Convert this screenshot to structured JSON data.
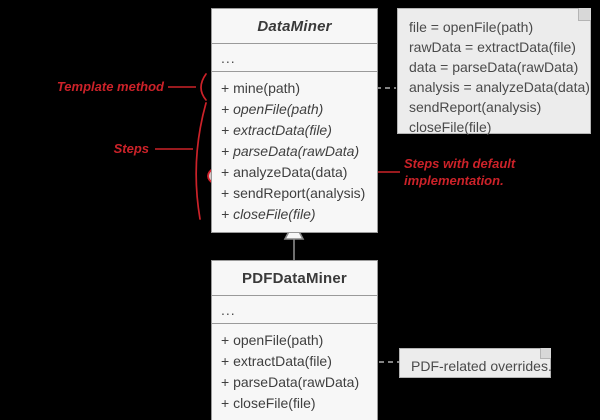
{
  "diagram": {
    "title": "Template Method UML class diagram",
    "colors": {
      "background": "#000000",
      "class_fill": "#f7f7f7",
      "class_stroke": "#9a9a9a",
      "note_fill": "#ececec",
      "note_stroke": "#b4b4b4",
      "annotation_red": "#cc2229",
      "highlight_fill": "#fbe9e9",
      "highlight_stroke": "#d6202a",
      "text": "#3f3f3f"
    }
  },
  "classes": [
    {
      "id": "dataminer",
      "name": "DataMiner",
      "abstract": true,
      "attributes": "...",
      "operations": [
        {
          "text": "+ mine(path)",
          "abstract": false
        },
        {
          "text": "+ openFile(path)",
          "abstract": true
        },
        {
          "text": "+ extractData(file)",
          "abstract": true
        },
        {
          "text": "+ parseData(rawData)",
          "abstract": true
        },
        {
          "text": "+ analyzeData(data)",
          "abstract": false
        },
        {
          "text": "+ sendReport(analysis)",
          "abstract": false
        },
        {
          "text": "+ closeFile(file)",
          "abstract": true
        }
      ]
    },
    {
      "id": "pdfdataminer",
      "name": "PDFDataMiner",
      "abstract": false,
      "attributes": "...",
      "operations": [
        {
          "text": "+ openFile(path)",
          "abstract": false
        },
        {
          "text": "+ extractData(file)",
          "abstract": false
        },
        {
          "text": "+ parseData(rawData)",
          "abstract": false
        },
        {
          "text": "+ closeFile(file)",
          "abstract": false
        }
      ]
    }
  ],
  "notes": {
    "template_body": {
      "lines": [
        "file = openFile(path)",
        "rawData = extractData(file)",
        "data = parseData(rawData)",
        "analysis = analyzeData(data)",
        "sendReport(analysis)",
        "closeFile(file)"
      ]
    },
    "overrides": {
      "text": "PDF-related overrides."
    }
  },
  "annotations": {
    "template_method": "Template method",
    "steps": "Steps",
    "defaults_line1": "Steps with default",
    "defaults_line2": "implementation."
  }
}
